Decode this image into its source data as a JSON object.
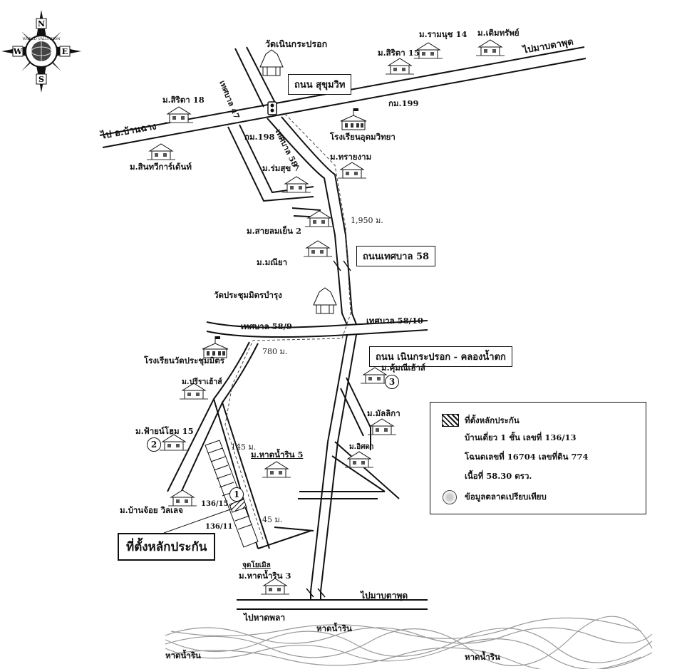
{
  "compass": {
    "n": "N",
    "s": "S",
    "e": "E",
    "w": "W",
    "ring": "WORLD VALUATION"
  },
  "roads": {
    "sukhumvit": "ถนน สุขุมวิท",
    "tesaban58": "ถนนเทศบาล 58",
    "nuen_khlong": "ถนน เนินกระปรอก - คลองน้ำตก",
    "tesaban47": "เทศบาล 47",
    "tesaban58_v": "เทศบาล 58",
    "tesaban58_9": "เทศบาล 58/9",
    "tesaban58_10": "เทศบาล 58/10"
  },
  "directions": {
    "to_banchang": "ไป อ.บ้านฉาง",
    "to_maptaphut_top": "ไปมาบตาพุด",
    "to_haddpla": "ไปหาดพลา",
    "to_maptaphut_bottom": "ไปมาบตาพุด"
  },
  "places": {
    "wat_nuen": "วัดเนินกระปรอก",
    "m_ramanuch14": "ม.รามนุช 14",
    "m_toemsap": "ม.เติมทรัพย์",
    "m_sirita15": "ม.สิริตา 15",
    "m_sirita18": "ม.สิริตา 18",
    "km199": "กม.199",
    "km198": "กม.198",
    "school_udom": "โรงเรียนอุดมวิทยา",
    "m_saingam": "ม.ทรายงาม",
    "m_sinthawee": "ม.สินทวีการ์เด้นท์",
    "m_romsuk7": "ม.ร่มสุข 7",
    "m_sailomyen2": "ม.สายลมเย็น 2",
    "m_maniya": "ม.มณียา",
    "wat_prachum": "วัดประชุมมิตรบำรุง",
    "school_wat_prachum": "โรงเรียนวัดประชุมมิตร",
    "m_preeya": "ม.ปรีราเฮ้าส์",
    "m_chaiyanhome15": "ม.ฟ้ายน์โฮม 15",
    "m_hadnamrin5": "ม.หาดน้ำริน 5",
    "m_kummanee": "ม.คุ้มณีเฮ้าส์",
    "m_malika": "ม.มัลลิกา",
    "m_itlada": "ม.อิศดา",
    "m_banchai": "ม.บ้านจ้อย วิลเลจ",
    "m_hadnamrin3": "ม.หาดน้ำริน 3",
    "jutpoymeel": "จุดโยเมิล",
    "collateral_label": "ที่ตั้งหลักประกัน",
    "plot_136_15": "136/15",
    "plot_136_11": "136/11",
    "marker_1": "1",
    "marker_2": "2",
    "marker_3": "3"
  },
  "distances": {
    "d1950": "1,950 ม.",
    "d780": "780 ม.",
    "d145a": "145 ม.",
    "d45": "45 ม."
  },
  "sea": {
    "label_top": "หาดน้ำริน",
    "label_left": "หาดน้ำริน",
    "label_right": "หาดน้ำริน"
  },
  "legend": {
    "title": "ที่ตั้งหลักประกัน",
    "line1": "บ้านเดี่ยว 1 ชั้น เลขที่ 136/13",
    "line2": "โฉนดเลขที่ 16704  เลขที่ดิน 774",
    "line3": "เนื้อที่ 58.30 ตรว.",
    "comparable": "ข้อมูลตลาดเปรียบเทียบ"
  }
}
